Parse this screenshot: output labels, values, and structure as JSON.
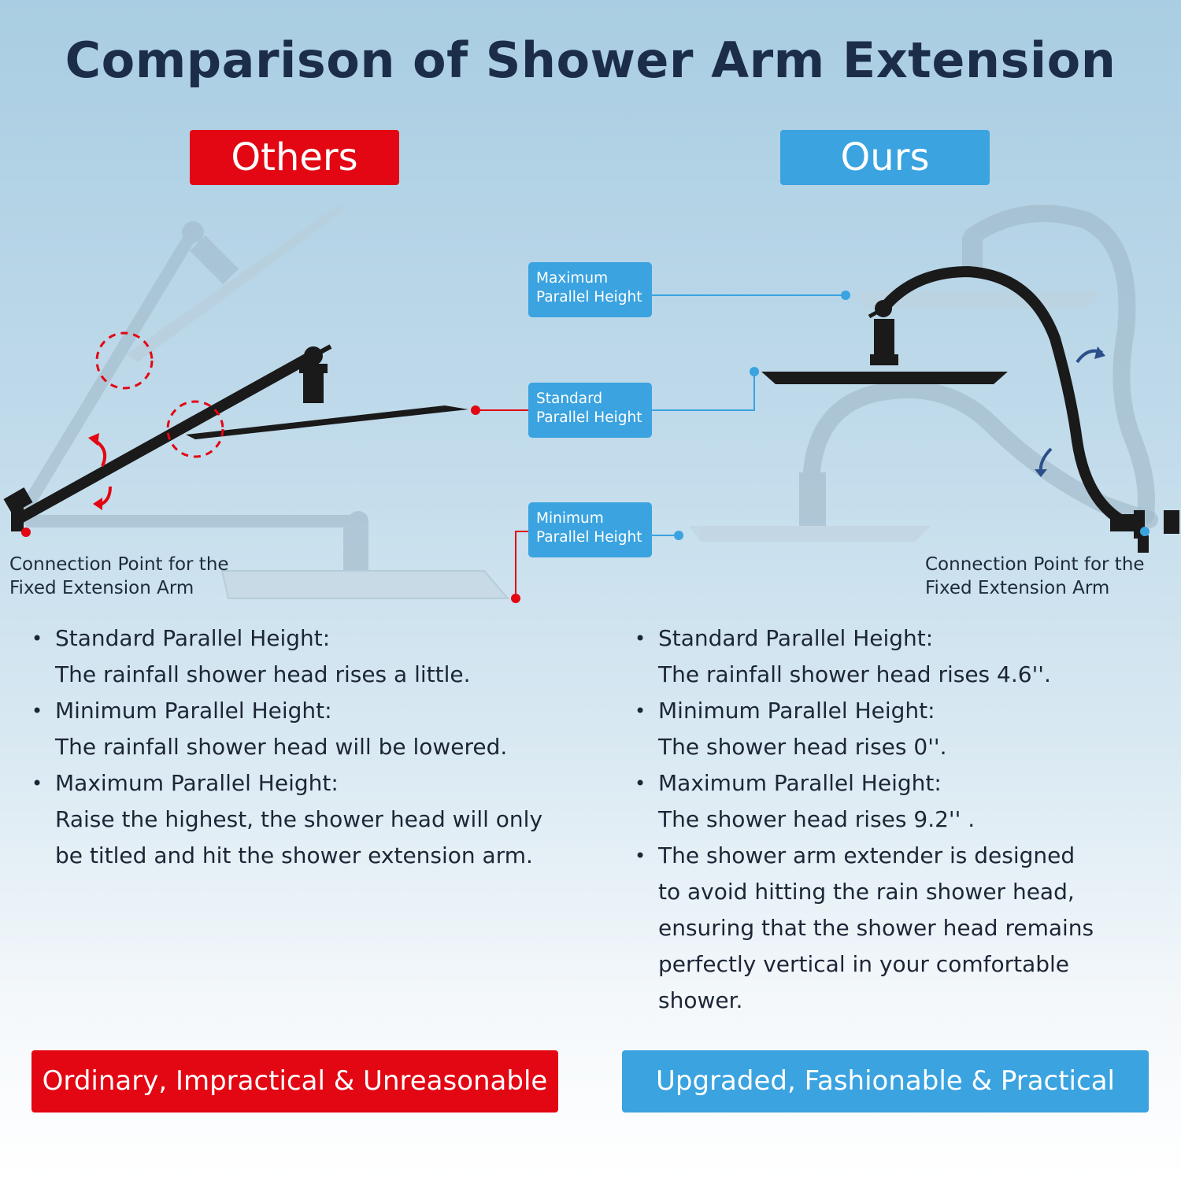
{
  "title": "Comparison of Shower Arm Extension",
  "others": {
    "tag": "Others",
    "connection_label": [
      "Connection Point for the",
      "Fixed Extension Arm"
    ],
    "bullets": [
      {
        "heading": "Standard Parallel Height:",
        "lines": [
          "The rainfall shower head rises a little."
        ]
      },
      {
        "heading": "Minimum Parallel Height:",
        "lines": [
          "The rainfall shower head will be lowered."
        ]
      },
      {
        "heading": "Maximum Parallel Height:",
        "lines": [
          "Raise the highest, the shower head will only",
          "be titled and hit the shower extension arm."
        ]
      }
    ],
    "footer": "Ordinary, Impractical & Unreasonable"
  },
  "ours": {
    "tag": "Ours",
    "connection_label": [
      "Connection Point for the",
      "Fixed Extension Arm"
    ],
    "bullets": [
      {
        "heading": "Standard Parallel Height:",
        "lines": [
          "The rainfall shower head rises 4.6''."
        ]
      },
      {
        "heading": "Minimum Parallel Height:",
        "lines": [
          "The shower head rises 0''."
        ]
      },
      {
        "heading": "Maximum Parallel Height:",
        "lines": [
          "The shower head rises 9.2'' ."
        ]
      },
      {
        "heading": "The shower arm extender is designed",
        "lines": [
          "to avoid hitting the rain shower head,",
          "ensuring that the shower head remains",
          "perfectly vertical in your comfortable",
          "shower."
        ]
      }
    ],
    "footer": "Upgraded, Fashionable & Practical"
  },
  "height_labels": {
    "maximum": [
      "Maximum",
      "Parallel Height"
    ],
    "standard": [
      "Standard",
      "Parallel Height"
    ],
    "minimum": [
      "Minimum",
      "Parallel Height"
    ]
  },
  "colors": {
    "red": "#e30613",
    "blue": "#3aa3e0",
    "title": "#1c2d4a",
    "ghost": "#a7bfcc"
  }
}
